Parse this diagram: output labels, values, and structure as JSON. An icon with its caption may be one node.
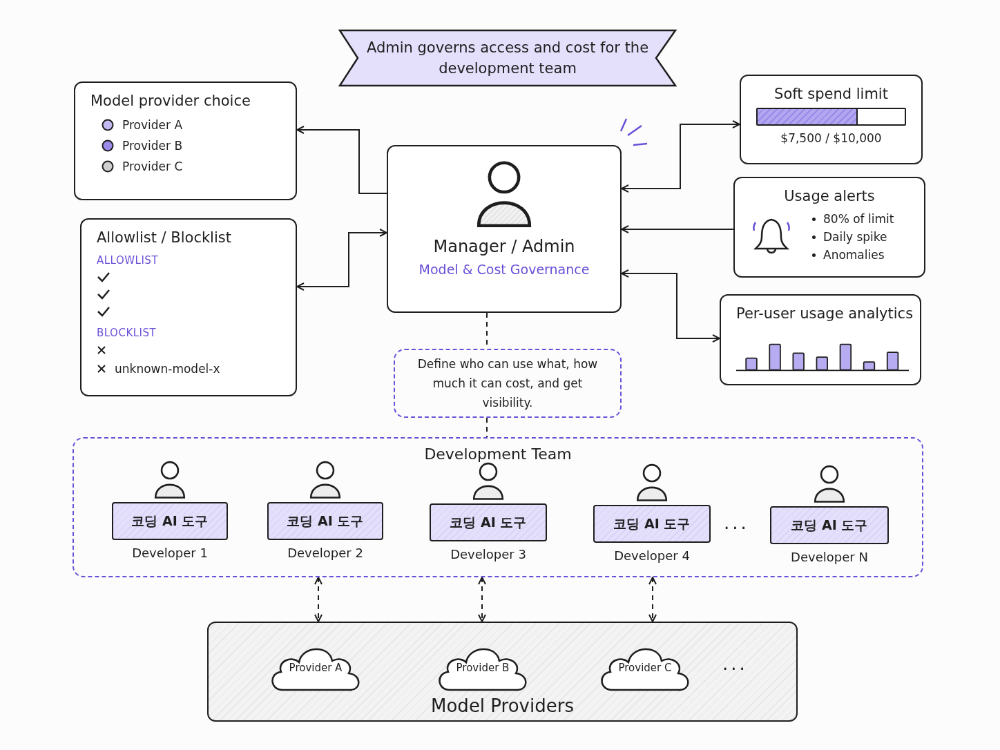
{
  "diagram": {
    "title": "Admin governs access and cost for the development team",
    "nodes": [
      {
        "text": [
          "Model provider choice",
          "Provider A",
          "Provider B",
          "Provider C"
        ]
      },
      {
        "text": [
          "Allowlist / Blocklist",
          "ALLOWLIST",
          "BLOCKLIST",
          "unknown-model-x"
        ]
      },
      {
        "text": [
          "Manager / Admin",
          "Model & Cost Governance"
        ]
      },
      {
        "text": [
          "Soft spend limit",
          "$7,500 / $10,000"
        ]
      },
      {
        "text": [
          "Usage alerts",
          "80% of limit",
          "Daily spike",
          "Anomalies"
        ]
      },
      {
        "text": [
          "Per-user usage analytics"
        ]
      },
      {
        "text": [
          "Define who can use what, how much it can cost, and get visibility."
        ]
      },
      {
        "text": [
          "Development Team"
        ]
      },
      {
        "text": [
          "코딩 AI 도구"
        ],
        "in": 7,
        "beside": [
          "Developer 1"
        ]
      },
      {
        "text": [
          "코딩 AI 도구"
        ],
        "in": 7,
        "beside": [
          "Developer 2"
        ]
      },
      {
        "text": [
          "코딩 AI 도구"
        ],
        "in": 7,
        "beside": [
          "Developer 3"
        ]
      },
      {
        "text": [
          "코딩 AI 도구"
        ],
        "in": 7,
        "beside": [
          "Developer 4"
        ]
      },
      {
        "text": [
          "코딩 AI 도구"
        ],
        "in": 7,
        "beside": [
          "Developer N"
        ]
      },
      {
        "text": [
          "Model Providers"
        ]
      },
      {
        "text": [
          "Provider A"
        ],
        "in": 13
      },
      {
        "text": [
          "Provider B"
        ],
        "in": 13
      },
      {
        "text": [
          "Provider C"
        ],
        "in": 13
      }
    ],
    "edges": [
      {
        "from": 2,
        "to": 0,
        "arrow": "to"
      },
      {
        "from": 2,
        "to": 1,
        "arrow": "both"
      },
      {
        "from": 2,
        "to": 3,
        "arrow": "both"
      },
      {
        "from": 4,
        "to": 2,
        "arrow": "to"
      },
      {
        "from": 2,
        "to": 5,
        "arrow": "both"
      },
      {
        "from": 2,
        "to": 6,
        "arrow": "none",
        "style": "dashed"
      },
      {
        "from": 6,
        "to": 7,
        "arrow": "none",
        "style": "dashed"
      },
      {
        "from": 7,
        "to": 13,
        "arrow": "both",
        "style": "dashed"
      },
      {
        "from": 7,
        "to": 13,
        "arrow": "both",
        "style": "dashed"
      },
      {
        "from": 7,
        "to": 13,
        "arrow": "both",
        "style": "dashed"
      }
    ],
    "labels": [
      "...",
      "..."
    ]
  }
}
